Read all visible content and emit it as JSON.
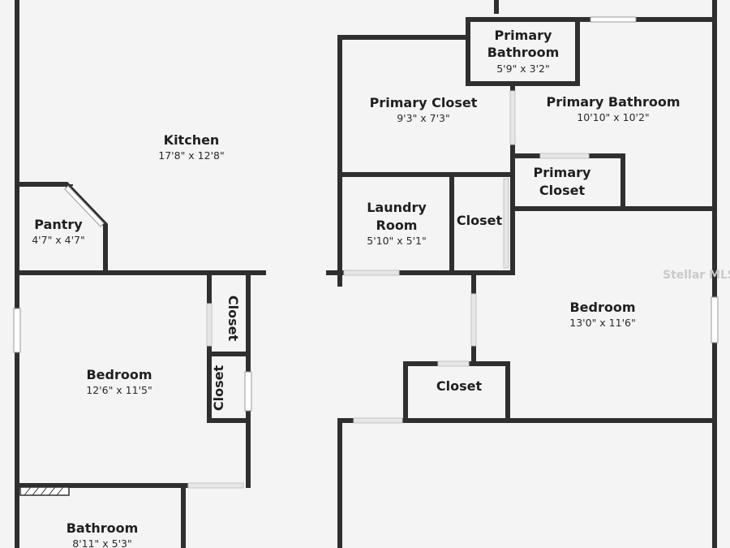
{
  "colors": {
    "wall": "#2f2f2f",
    "floor": "#f4f4f4",
    "window": "#ffffff",
    "opening": "#e9e9e9"
  },
  "rooms": {
    "kitchen": {
      "name": "Kitchen",
      "dims": "17'8\" x 12'8\""
    },
    "pantry": {
      "name": "Pantry",
      "dims": "4'7\" x 4'7\""
    },
    "primary_bathroom_small": {
      "name_line1": "Primary",
      "name_line2": "Bathroom",
      "dims": "5'9\" x 3'2\""
    },
    "primary_closet_large": {
      "name": "Primary Closet",
      "dims": "9'3\" x 7'3\""
    },
    "primary_bathroom": {
      "name": "Primary Bathroom",
      "dims": "10'10\" x 10'2\""
    },
    "primary_closet_small": {
      "name_line1": "Primary",
      "name_line2": "Closet"
    },
    "laundry": {
      "name_line1": "Laundry",
      "name_line2": "Room",
      "dims": "5'10\" x 5'1\""
    },
    "laundry_closet": {
      "name": "Closet"
    },
    "bedroom_right": {
      "name": "Bedroom",
      "dims": "13'0\" x 11'6\""
    },
    "bedroom_right_closet": {
      "name": "Closet"
    },
    "bedroom_left": {
      "name": "Bedroom",
      "dims": "12'6\" x 11'5\""
    },
    "bedroom_left_closet_top": {
      "name": "Closet"
    },
    "bedroom_left_closet_bottom": {
      "name": "Closet"
    },
    "bathroom": {
      "name": "Bathroom",
      "dims": "8'11\" x 5'3\""
    }
  },
  "watermark": "Stellar MLS"
}
